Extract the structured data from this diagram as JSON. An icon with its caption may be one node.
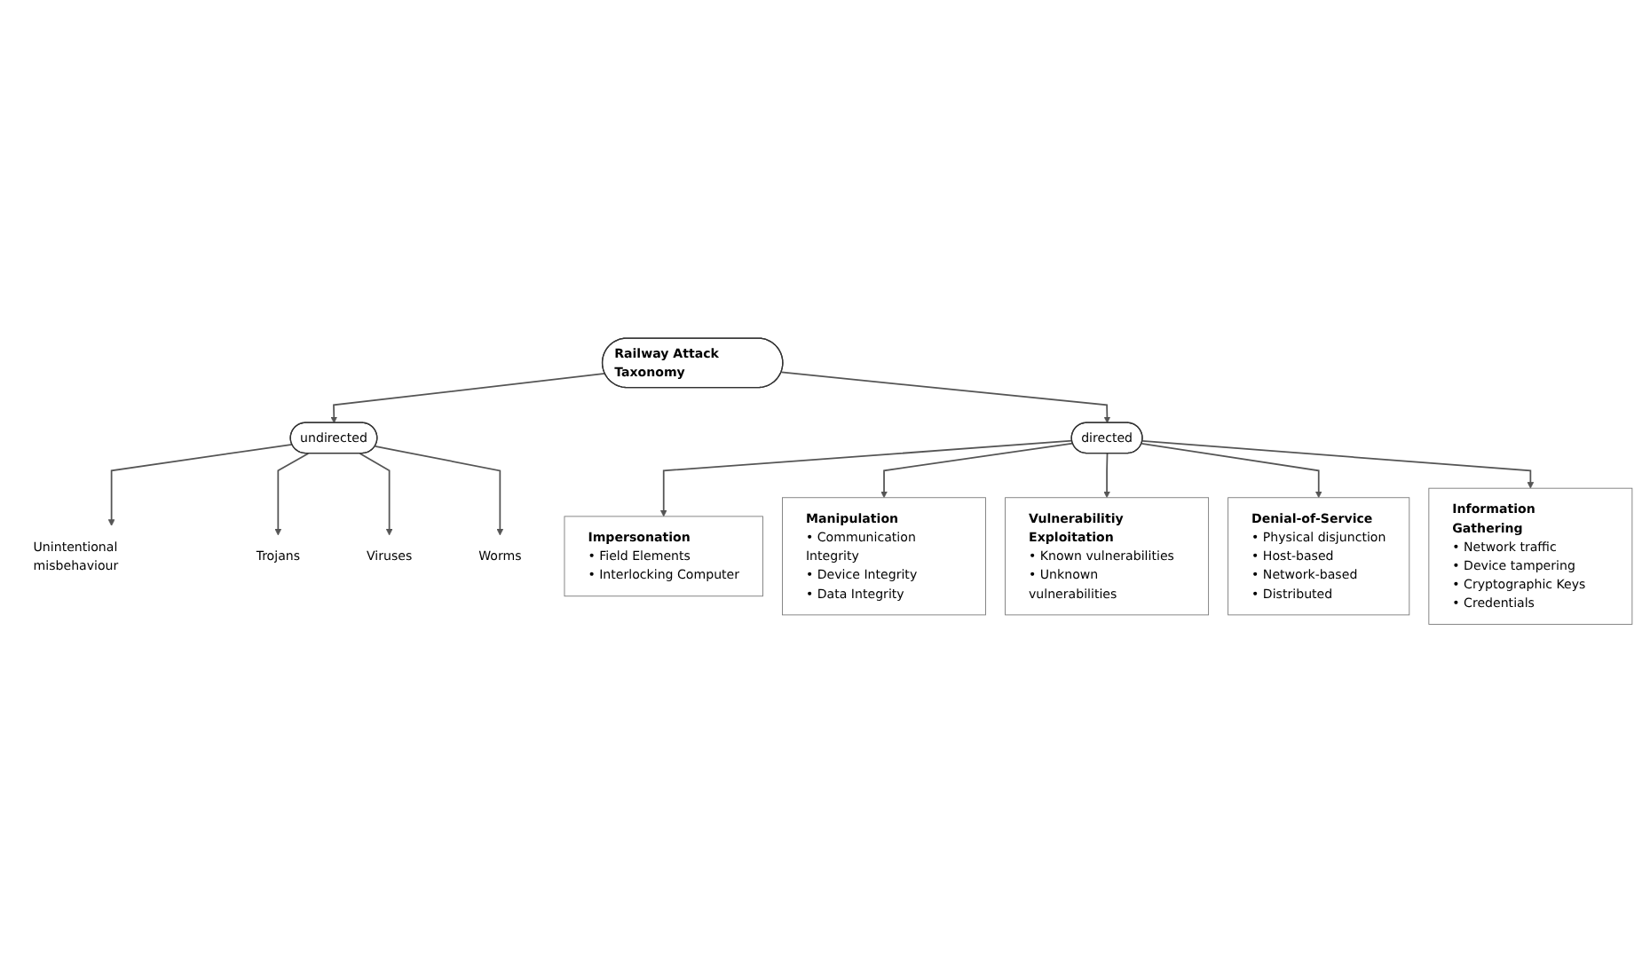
{
  "diagram": {
    "nodes": [
      {
        "text": [
          "Railway Attack Taxonomy"
        ]
      },
      {
        "text": [
          "undirected"
        ]
      },
      {
        "text": [
          "directed"
        ]
      },
      {
        "text": [
          "Unintentional misbehaviour"
        ]
      },
      {
        "text": [
          "Trojans"
        ]
      },
      {
        "text": [
          "Viruses"
        ]
      },
      {
        "text": [
          "Worms"
        ]
      },
      {
        "text": [
          "Impersonation",
          "• Field Elements",
          "• Interlocking Computer"
        ]
      },
      {
        "text": [
          "Manipulation",
          "• Communication Integrity",
          "• Device Integrity",
          "• Data Integrity"
        ]
      },
      {
        "text": [
          "Vulnerabilitiy Exploitation",
          "• Known vulnerabilities",
          "• Unknown vulnerabilities"
        ]
      },
      {
        "text": [
          "Denial-of-Service",
          "• Physical disjunction",
          "• Host-based",
          "• Network-based",
          "• Distributed"
        ]
      },
      {
        "text": [
          "Information Gathering",
          "• Network traffic",
          "• Device tampering",
          "• Cryptographic Keys",
          "• Credentials"
        ]
      }
    ],
    "edges": [
      {
        "from": 0,
        "to": 1,
        "arrow": "to"
      },
      {
        "from": 0,
        "to": 2,
        "arrow": "to"
      },
      {
        "from": 1,
        "to": 3,
        "arrow": "to"
      },
      {
        "from": 1,
        "to": 4,
        "arrow": "to"
      },
      {
        "from": 1,
        "to": 5,
        "arrow": "to"
      },
      {
        "from": 1,
        "to": 6,
        "arrow": "to"
      },
      {
        "from": 2,
        "to": 7,
        "arrow": "to"
      },
      {
        "from": 2,
        "to": 8,
        "arrow": "to"
      },
      {
        "from": 2,
        "to": 9,
        "arrow": "to"
      },
      {
        "from": 2,
        "to": 10,
        "arrow": "to"
      },
      {
        "from": 2,
        "to": 11,
        "arrow": "to"
      }
    ]
  }
}
